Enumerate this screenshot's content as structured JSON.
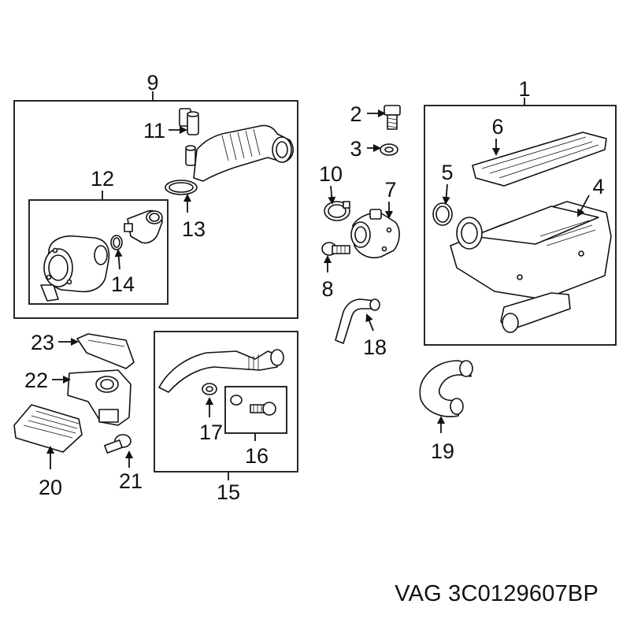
{
  "callouts": {
    "c1": "1",
    "c2": "2",
    "c3": "3",
    "c4": "4",
    "c5": "5",
    "c6": "6",
    "c7": "7",
    "c8": "8",
    "c9": "9",
    "c10": "10",
    "c11": "11",
    "c12": "12",
    "c13": "13",
    "c14": "14",
    "c15": "15",
    "c16": "16",
    "c17": "17",
    "c18": "18",
    "c19": "19",
    "c20": "20",
    "c21": "21",
    "c22": "22",
    "c23": "23"
  },
  "caption": "VAG 3C0129607BP"
}
